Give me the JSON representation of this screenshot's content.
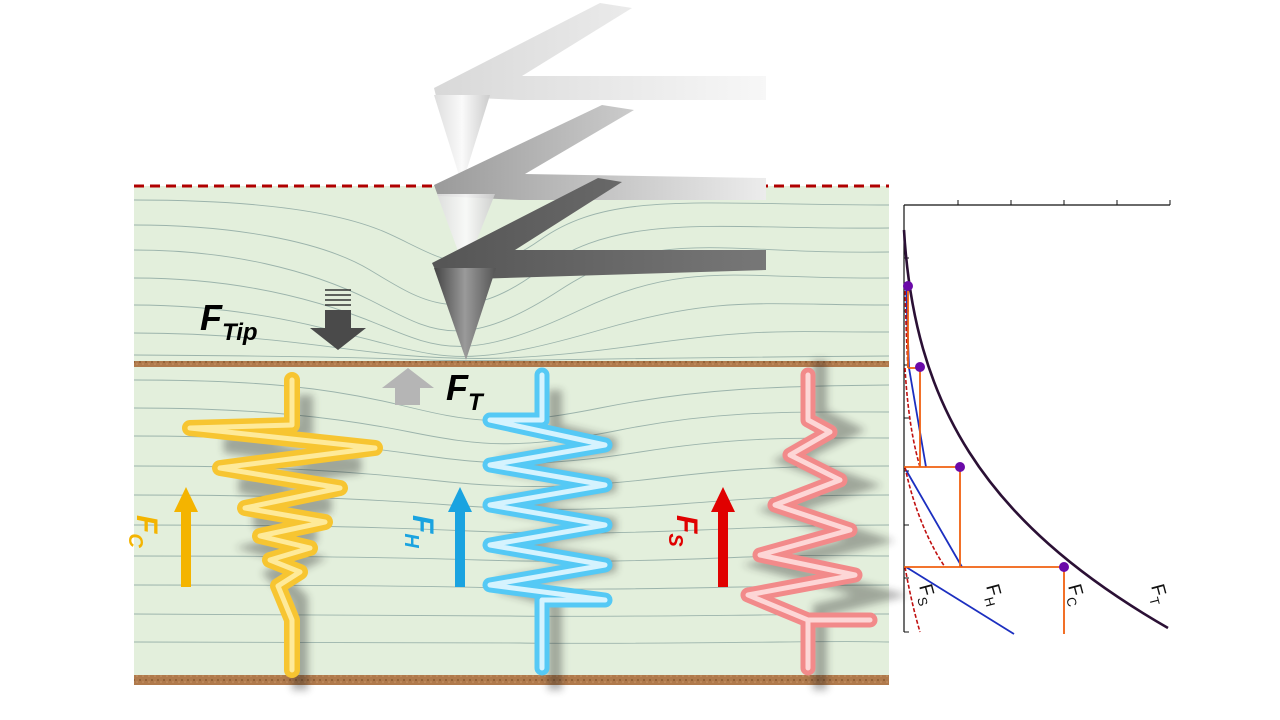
{
  "labels": {
    "f_tip_main": "F",
    "f_tip_sub": "Tip",
    "f_t_main": "F",
    "f_t_sub": "T",
    "f_c_main": "F",
    "f_c_sub": "C",
    "f_h_main": "F",
    "f_h_sub": "H",
    "f_s_main": "F",
    "f_s_sub": "S"
  },
  "graph_labels": {
    "fs": "F",
    "fs_sub": "S",
    "fh": "F",
    "fh_sub": "H",
    "fc": "F",
    "fc_sub": "C",
    "ft": "F",
    "ft_sub": "T"
  },
  "colors": {
    "gel_background": "#e3efdc",
    "membrane": "#b07a4c",
    "surface_dashed": "#b00000",
    "spring_c": "#f7c531",
    "spring_h": "#55c9f5",
    "spring_s": "#f28a8a",
    "arrow_c": "#f4b400",
    "arrow_h": "#1aa3e0",
    "arrow_s": "#e00000",
    "curve_total": "#2b1035",
    "curve_h": "#1c2fc0",
    "curve_s": "#c01010",
    "curve_c": "#f06010",
    "point": "#6a0aa8"
  },
  "icons": [
    "afm-cantilever-icon",
    "spring-icon",
    "force-arrow-icon"
  ]
}
